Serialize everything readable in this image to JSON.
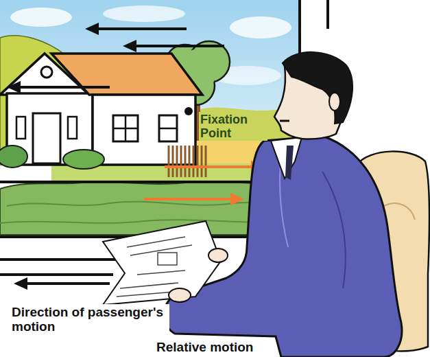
{
  "diagram": {
    "caption": "Relative motion",
    "labels": [
      "Fixation Point",
      "Direction of passenger's motion"
    ]
  }
}
